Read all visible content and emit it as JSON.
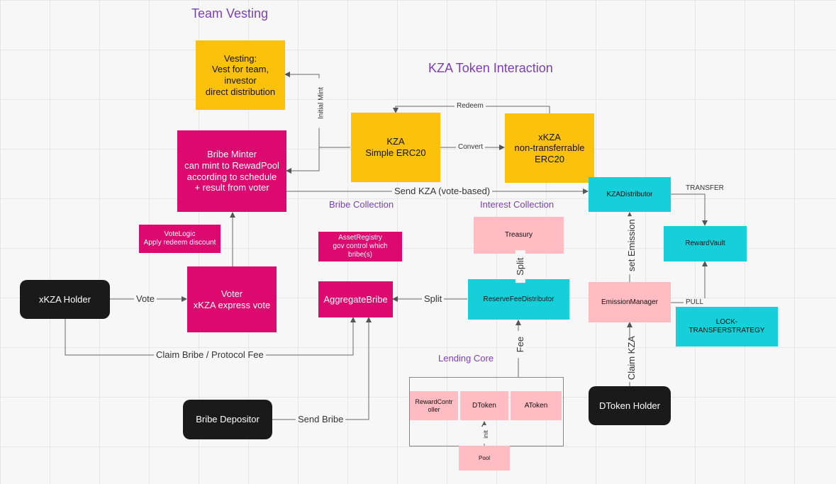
{
  "headings": {
    "team_vesting": "Team Vesting",
    "kza_token_interaction": "KZA Token Interaction",
    "bribe_collection": "Bribe Collection",
    "interest_collection": "Interest Collection",
    "lending_core": "Lending Core"
  },
  "nodes": {
    "vesting": "Vesting:\nVest for team,\ninvestor\ndirect distribution",
    "kza": "KZA\nSimple ERC20",
    "xkza": "xKZA\nnon-transferrable\nERC20",
    "bribe_minter": "Bribe Minter\ncan mint to RewadPool\naccording to schedule\n+ result from voter",
    "vote_logic": "VoteLogic\nApply redeem discount",
    "asset_registry": "AssetRegistry\ngov control which\nbribe(s)",
    "voter": "Voter\nxKZA express vote",
    "aggregate_bribe": "AggregateBribe",
    "xkza_holder": "xKZA Holder",
    "bribe_depositor": "Bribe Depositor",
    "treasury": "Treasury",
    "reserve_fee_distributor": "ReserveFeeDistributor",
    "kza_distributor": "KZADistributor",
    "reward_vault": "RewardVault",
    "emission_manager": "EmissionManager",
    "lock_transfer_strategy": "LOCK-\nTRANSFERSTRATEGY",
    "dtoken_holder": "DToken Holder",
    "reward_controller": "RewardContr\noller",
    "dtoken": "DToken",
    "atoken": "AToken",
    "pool": "Pool"
  },
  "edge_labels": {
    "initial_mint": "Initial Mint",
    "redeem": "Redeem",
    "convert": "Convert",
    "send_kza": "Send KZA (vote-based)",
    "transfer": "TRANSFER",
    "set_emission": "set Emission",
    "pull": "PULL",
    "vote": "Vote",
    "split_left": "Split",
    "split_up": "Split",
    "fee": "Fee",
    "claim_bribe": "Claim Bribe / Protocol Fee",
    "send_bribe": "Send Bribe",
    "claim_kza": "Claim KZA",
    "init": "init"
  },
  "colors": {
    "yellow": "#fcc10a",
    "magenta": "#dc0a6e",
    "cyan": "#16cfd9",
    "pink": "#ffbcc2",
    "dark": "#1a1a1a",
    "heading": "#7b3fb3"
  }
}
